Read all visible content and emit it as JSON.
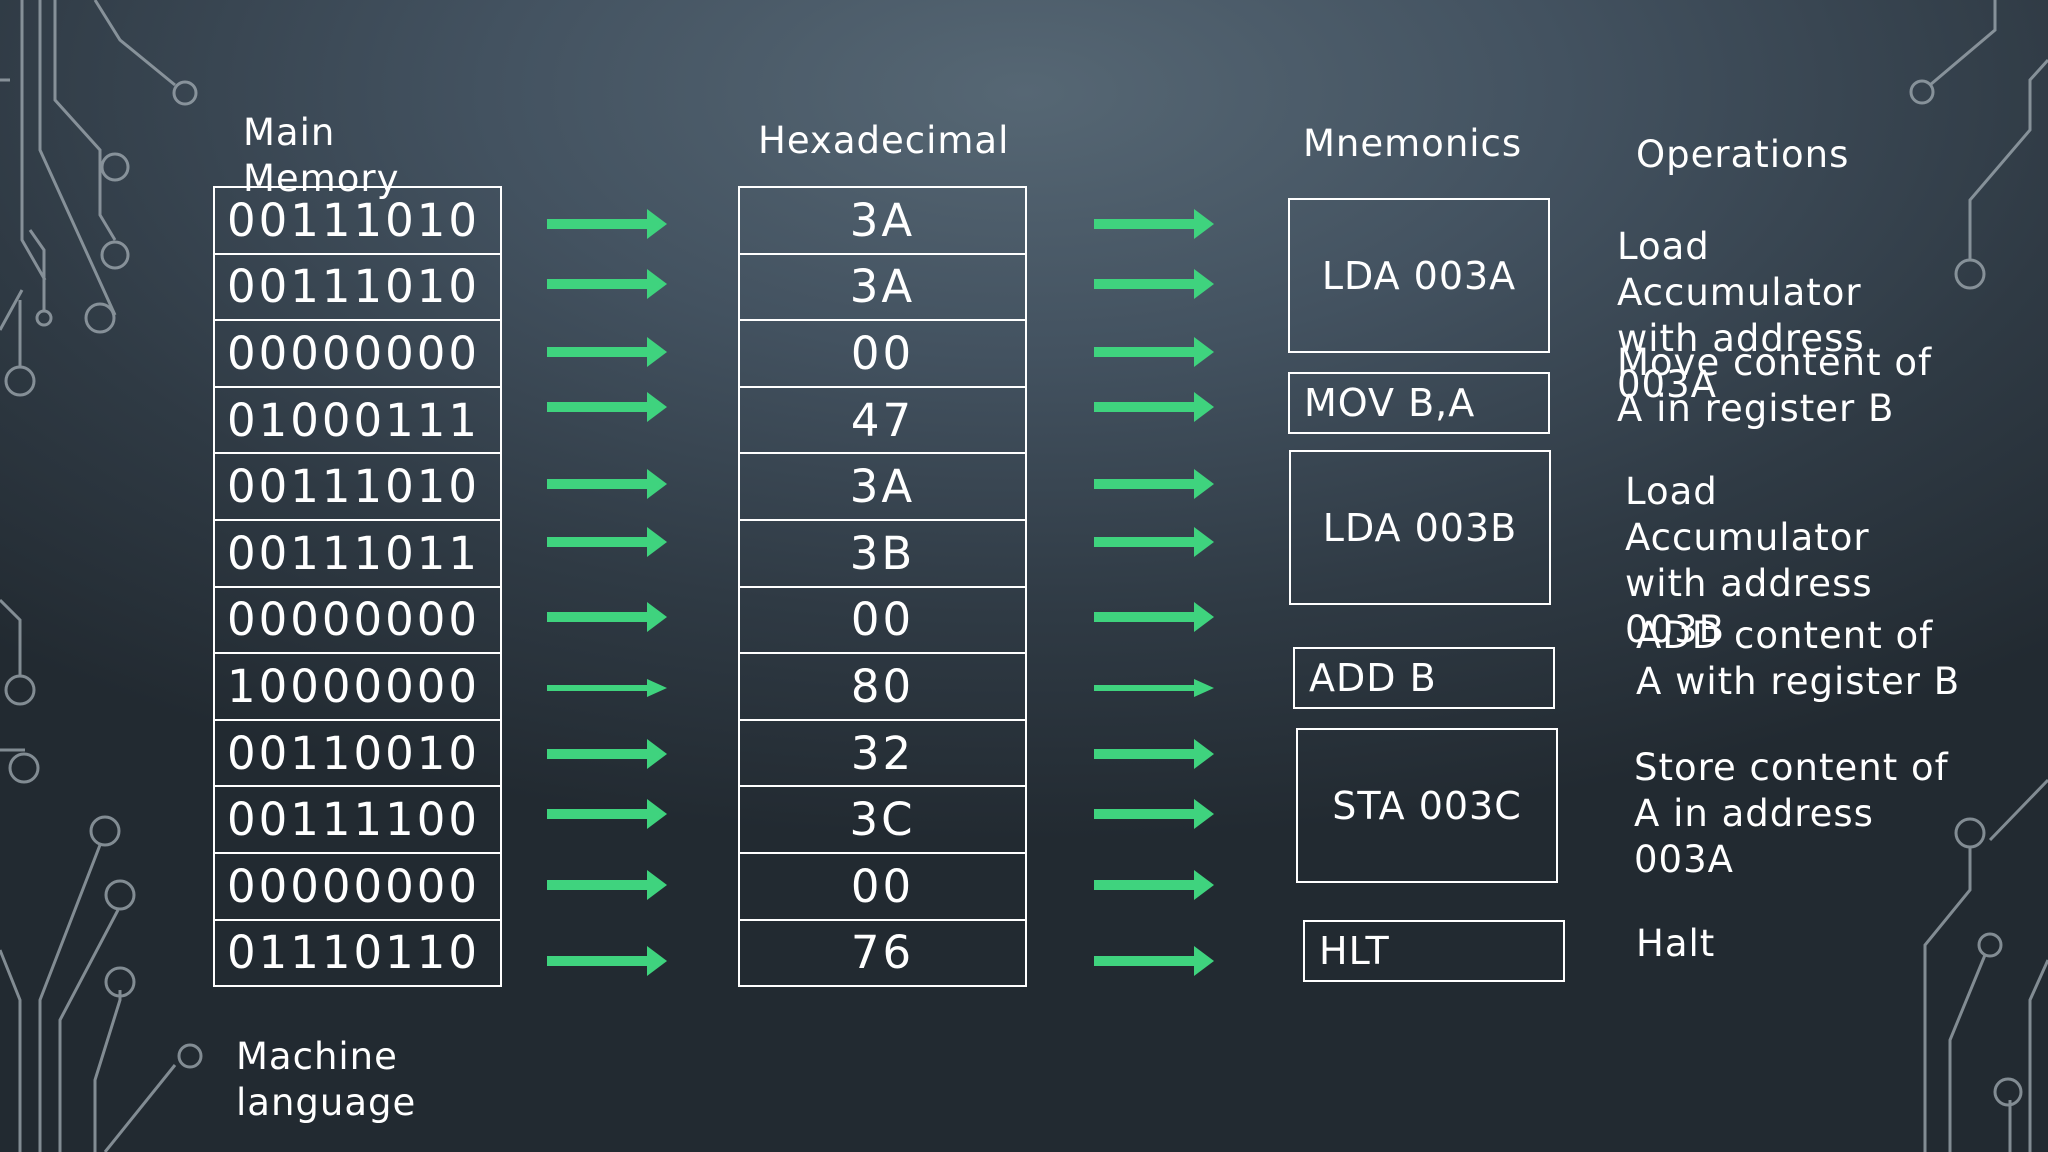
{
  "colors": {
    "arrow": "#3fd37e",
    "line": "#ffffff",
    "circuit": "#a3adb4"
  },
  "headers": {
    "main_memory": "Main\nMemory",
    "hexadecimal": "Hexadecimal",
    "mnemonics": "Mnemonics",
    "operations": "Operations"
  },
  "binary": [
    "00111010",
    "00111010",
    "00000000",
    "01000111",
    "00111010",
    "00111011",
    "00000000",
    "10000000",
    "00110010",
    "00111100",
    "00000000",
    "01110110"
  ],
  "hex": [
    "3A",
    "3A",
    "00",
    "47",
    "3A",
    "3B",
    "00",
    "80",
    "32",
    "3C",
    "00",
    "76"
  ],
  "mnemonics": [
    "LDA 003A",
    "MOV B,A",
    "LDA 003B",
    "ADD B",
    "STA 003C",
    "HLT"
  ],
  "operations": [
    "Load\nAccumulator\nwith address\n003A",
    "Move content of\nA in register B",
    "Load\nAccumulator\nwith address\n003B",
    "ADD content of\nA with register B",
    "Store content of\nA in address\n003A",
    "Halt"
  ],
  "footer": {
    "machine_language": "Machine\nlanguage"
  }
}
